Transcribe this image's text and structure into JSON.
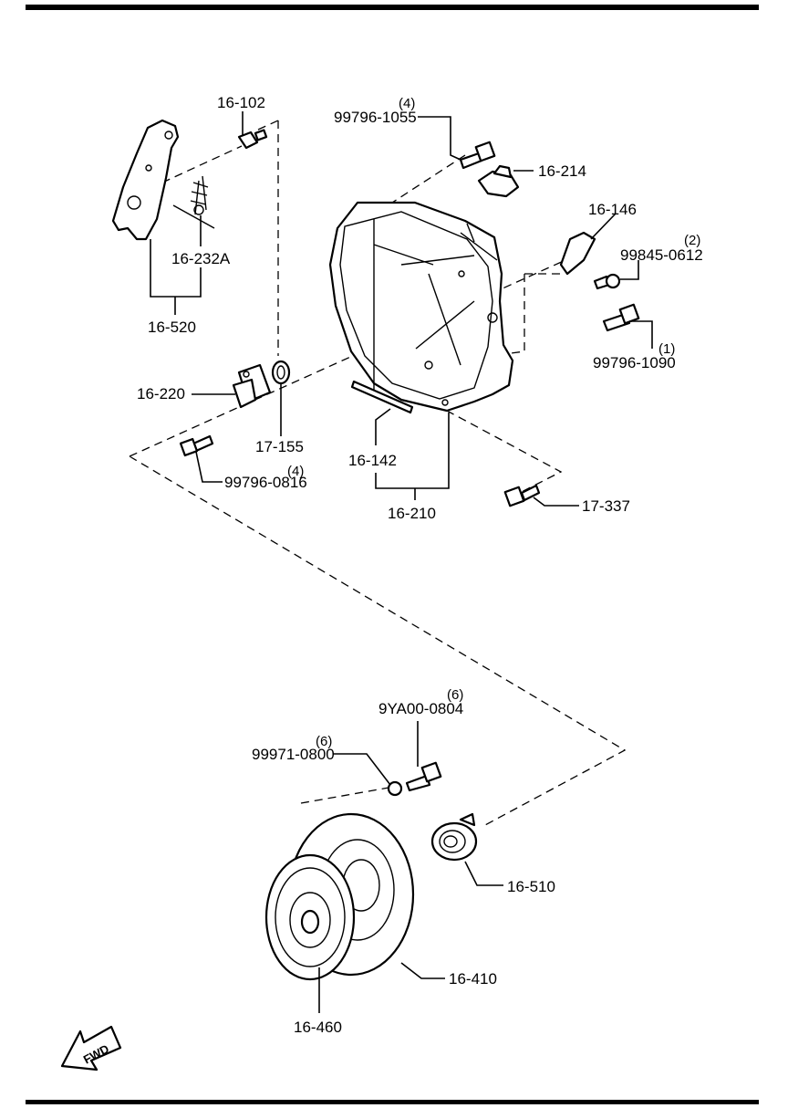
{
  "labels": {
    "p16_102": "16-102",
    "p16_232A": "16-232A",
    "p16_520": "16-520",
    "p99796_1055": "99796-1055",
    "q99796_1055": "(4)",
    "p16_214": "16-214",
    "p16_146": "16-146",
    "p99845_0612": "99845-0612",
    "q99845_0612": "(2)",
    "p99796_1090": "99796-1090",
    "q99796_1090": "(1)",
    "p16_220": "16-220",
    "p17_155": "17-155",
    "p99796_0816": "99796-0816",
    "q99796_0816": "(4)",
    "p16_142": "16-142",
    "p16_210": "16-210",
    "p17_337": "17-337",
    "p9YA00_0804": "9YA00-0804",
    "q9YA00_0804": "(6)",
    "p99971_0800": "99971-0800",
    "q99971_0800": "(6)",
    "p16_510": "16-510",
    "p16_410": "16-410",
    "p16_460": "16-460"
  },
  "fwd_arrow": {
    "text": "FWD",
    "icon": "fwd-arrow-icon"
  }
}
